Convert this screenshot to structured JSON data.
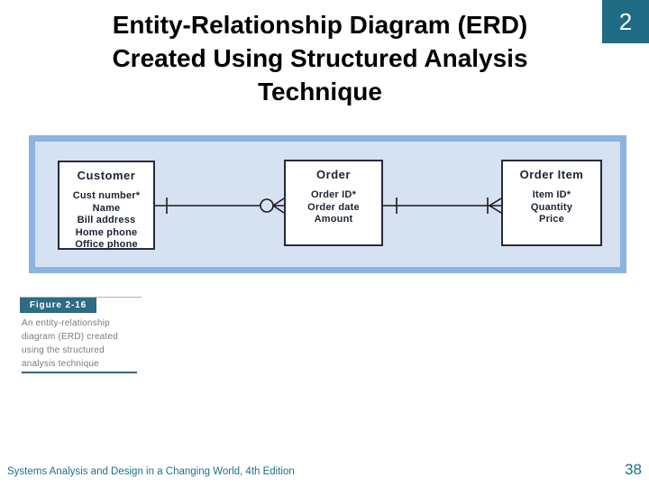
{
  "slide": {
    "title_lines": [
      "Entity-Relationship Diagram (ERD)",
      "Created Using Structured Analysis",
      "Technique"
    ],
    "slide_number": "2",
    "footer": "Systems Analysis and Design in a Changing World, 4th Edition",
    "page_number": "38"
  },
  "figure": {
    "label": "Figure 2-16",
    "caption_lines": [
      "An entity-relationship",
      "diagram (ERD) created",
      "using the structured",
      "analysis technique"
    ]
  },
  "diagram": {
    "entities": [
      {
        "name": "Customer",
        "attributes": [
          "Cust number*",
          "Name",
          "Bill address",
          "Home phone",
          "Office phone"
        ]
      },
      {
        "name": "Order",
        "attributes": [
          "Order ID*",
          "Order date",
          "Amount"
        ]
      },
      {
        "name": "Order Item",
        "attributes": [
          "Item ID*",
          "Quantity",
          "Price"
        ]
      }
    ],
    "relationships": [
      {
        "from": "Customer",
        "to": "Order",
        "from_cardinality": "one (mandatory tick)",
        "to_cardinality": "zero-or-many (circle + crow's foot)"
      },
      {
        "from": "Order",
        "to": "Order Item",
        "from_cardinality": "one (mandatory tick)",
        "to_cardinality": "one-or-many (tick + crow's foot)"
      }
    ]
  },
  "colors": {
    "teal_badge": "#1f6b83",
    "teal_figure_label": "#2e6b85",
    "teal_footer_text": "#1e7188",
    "panel_border_blue": "#8db3e2",
    "panel_fill_blue": "#d6e1f2",
    "caption_gray": "#7a7a7a",
    "entity_border": "#262b3d"
  }
}
